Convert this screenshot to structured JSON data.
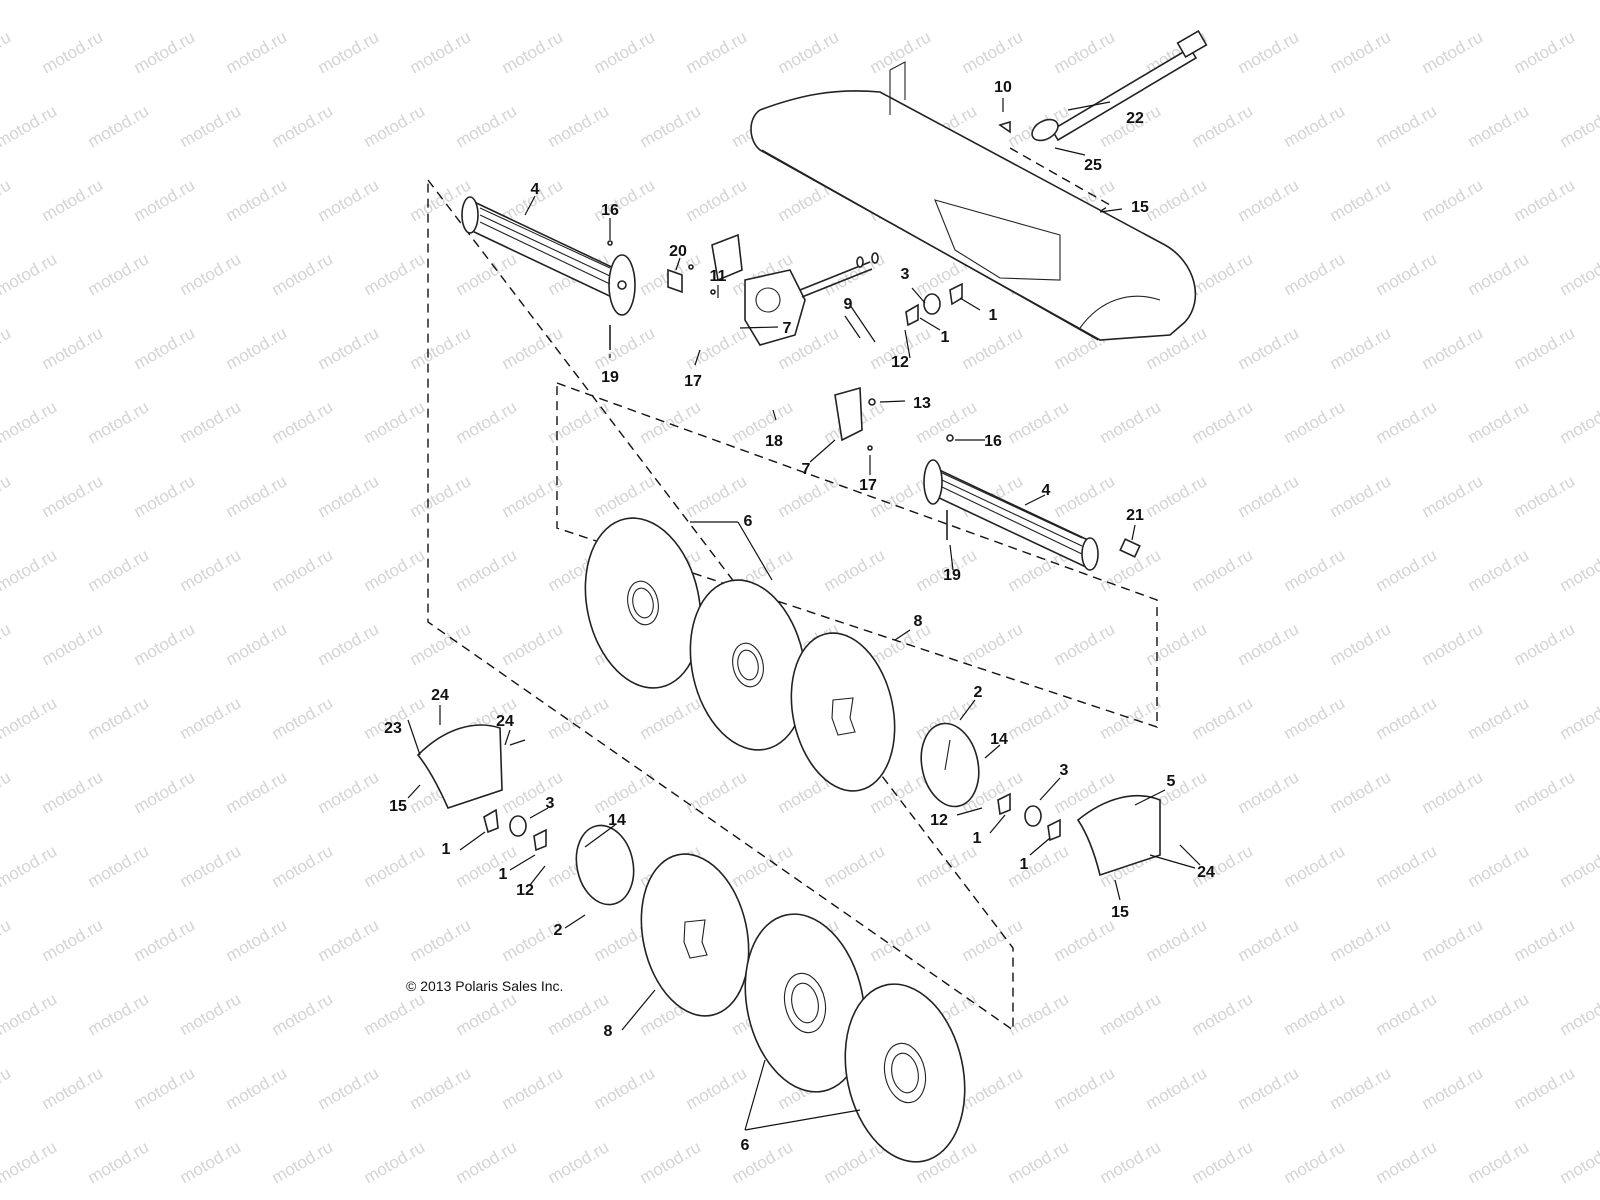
{
  "watermark_text": "motod.ru",
  "copyright": "© 2013 Polaris Sales Inc.",
  "callouts": {
    "c22": "22",
    "c10": "10",
    "c25": "25",
    "c15a": "15",
    "c4a": "4",
    "c16a": "16",
    "c20": "20",
    "c11": "11",
    "c19a": "19",
    "c7a": "7",
    "c17a": "17",
    "c9": "9",
    "c3a": "3",
    "c1a": "1",
    "c1b": "1",
    "c12a": "12",
    "c18": "18",
    "c13": "13",
    "c7b": "7",
    "c17b": "17",
    "c16b": "16",
    "c4b": "4",
    "c19b": "19",
    "c21": "21",
    "c6a": "6",
    "c8a": "8",
    "c2a": "2",
    "c14a": "14",
    "c3b": "3",
    "c12b": "12",
    "c1c": "1",
    "c1d": "1",
    "c5": "5",
    "c24a": "24",
    "c15b": "15",
    "c24b": "24",
    "c24c": "24",
    "c23": "23",
    "c15c": "15",
    "c3c": "3",
    "c1e": "1",
    "c1f": "1",
    "c12c": "12",
    "c14b": "14",
    "c2b": "2",
    "c8b": "8",
    "c6b": "6"
  }
}
